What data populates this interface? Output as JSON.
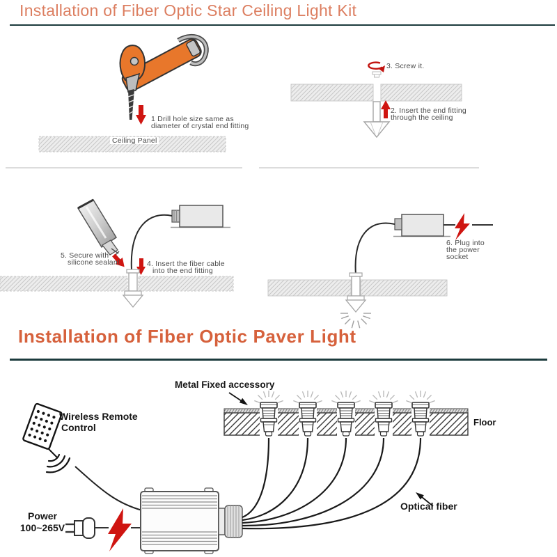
{
  "colors": {
    "title1": "#dc7e60",
    "title2": "#d6613c",
    "divider_teal": "#1b3a3c",
    "arrow_red": "#cf1511",
    "drill_orange": "#e8772b",
    "note_gray": "#4a4a4a",
    "label_black": "#161616"
  },
  "ceiling_kit": {
    "title": "Installation of Fiber Optic Star Ceiling Light Kit",
    "step1": {
      "line1": "1 Drill hole size same as",
      "line2": "diameter of crystal end fitting"
    },
    "ceiling_panel": "Ceiling Panel",
    "step2": {
      "line1": "2. Insert the end fitting",
      "line2": "through the ceiling"
    },
    "step3": "3. Screw it.",
    "step4": {
      "line1": "4. Insert the fiber cable",
      "line2": "into the end fitting"
    },
    "step5": {
      "line1": "5. Secure with",
      "line2": "silicone sealant"
    },
    "step6": {
      "line1": "6. Plug into",
      "line2": "the power",
      "line3": "socket"
    }
  },
  "paver_light": {
    "title": "Installation of Fiber Optic Paver Light",
    "metal_accessory": "Metal Fixed accessory",
    "floor": "Floor",
    "remote": {
      "line1": "Wireless Remote",
      "line2": "Control"
    },
    "power": {
      "line1": "Power",
      "line2": "100~265V"
    },
    "optical_fiber": "Optical fiber"
  }
}
